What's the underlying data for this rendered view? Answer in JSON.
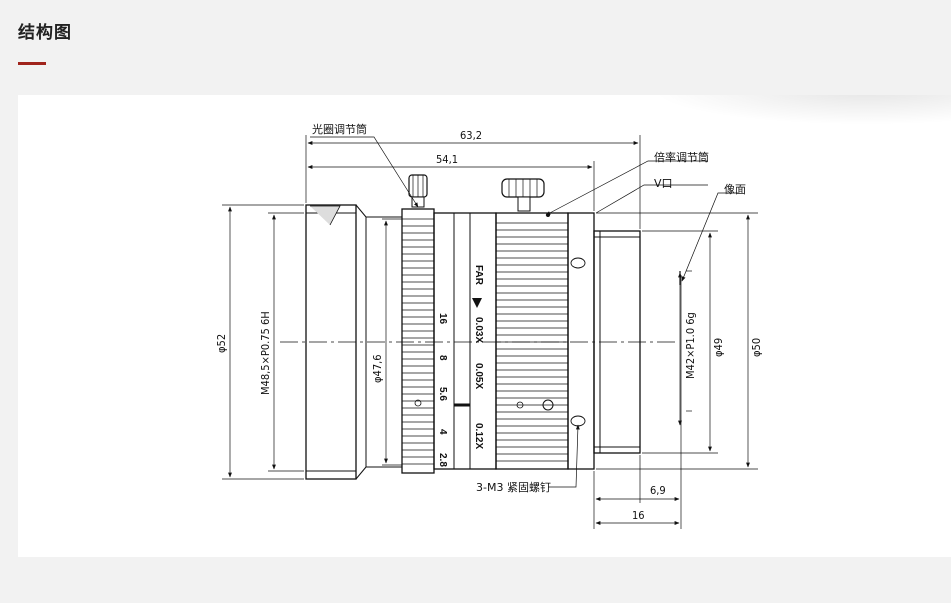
{
  "header": {
    "title": "结构图"
  },
  "diagram": {
    "callouts": {
      "iris_ring": "光圈调节筒",
      "mag_ring": "倍率调节筒",
      "v_groove": "V口",
      "image_plane": "像面",
      "screws": "3-M3 紧固螺钉"
    },
    "dimensions": {
      "length_total": "63,2",
      "length_body": "54,1",
      "dia_outer": "φ52",
      "thread_front": "M48,5×P0.75 6H",
      "dia_barrel": "φ47,6",
      "thread_mount": "M42×P1.0 6g",
      "dia_mount": "φ49",
      "dia_rear": "φ50",
      "flange_a": "6,9",
      "flange_b": "16"
    },
    "scale_marks": {
      "far": "FAR",
      "mag": [
        "0.03X",
        "0.05X",
        "0.12X"
      ],
      "fstops": [
        "16",
        "8",
        "5.6",
        "4",
        "2.8"
      ]
    }
  }
}
